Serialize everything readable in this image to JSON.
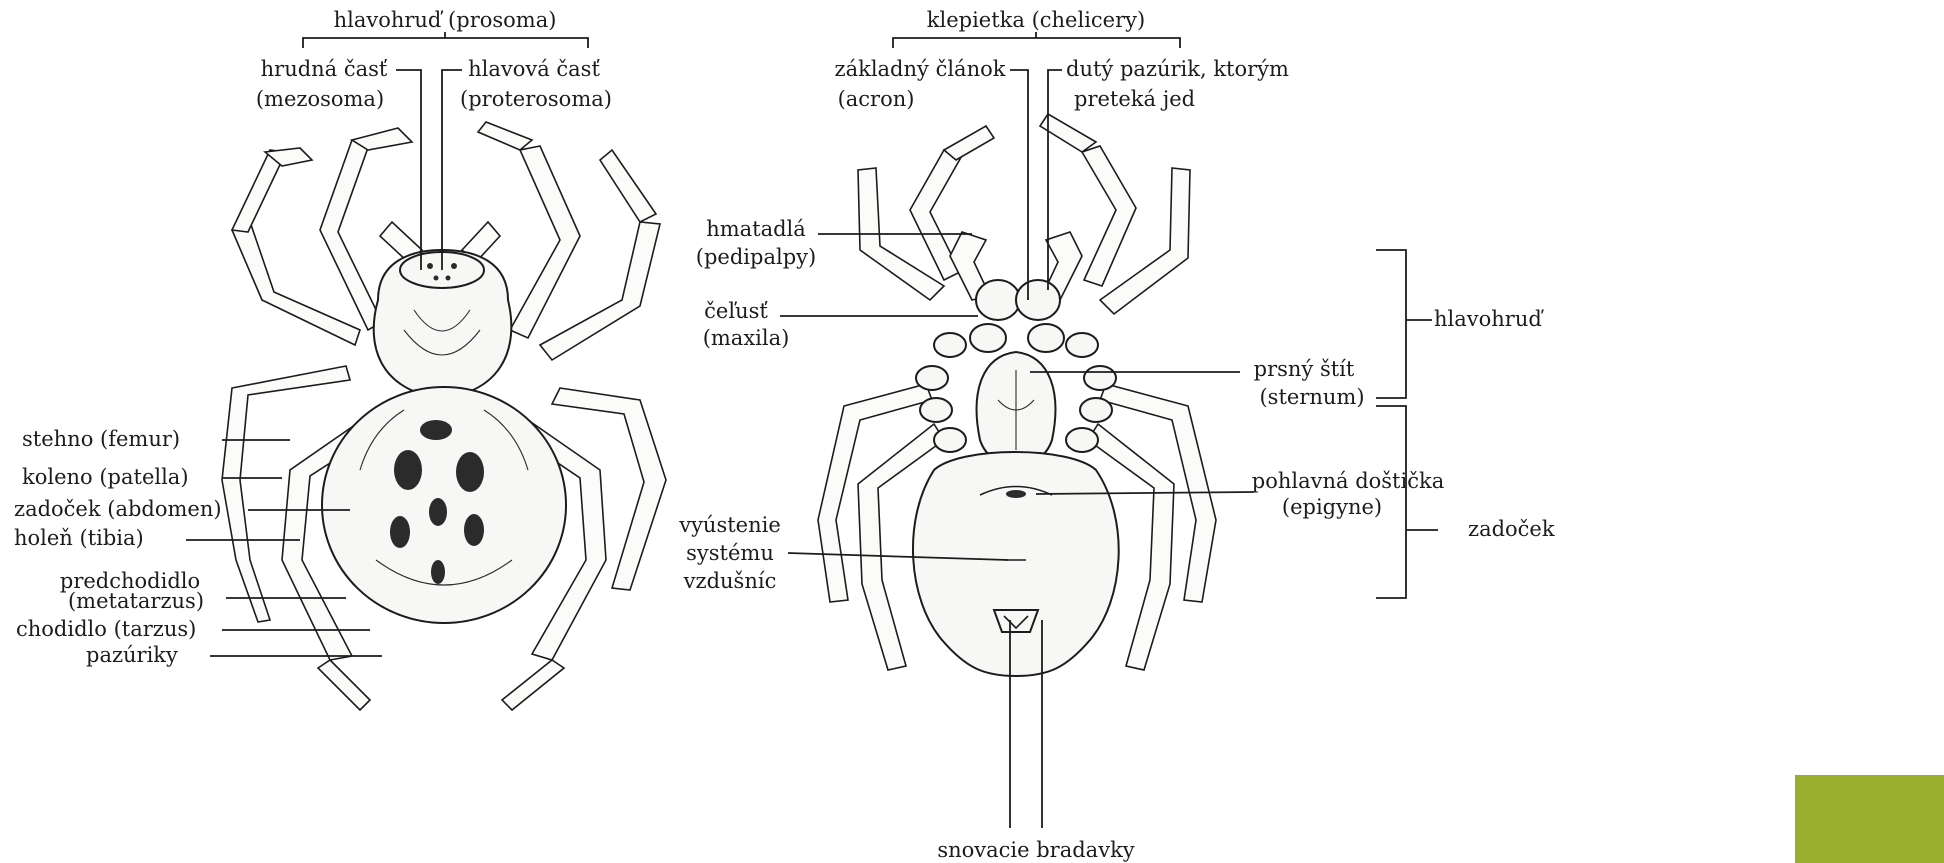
{
  "colors": {
    "ink": "#1c1c1c",
    "paper": "#ffffff",
    "corner_box": "#9aaf2e"
  },
  "dorsal": {
    "top_group": "hlavohruď (prosoma)",
    "hrudna_1": "hrudná časť",
    "hrudna_2": "(mezosoma)",
    "hlavova_1": "hlavová časť",
    "hlavova_2": "(proterosoma)",
    "stehno": "stehno (femur)",
    "koleno": "koleno (patella)",
    "zadocek": "zadoček (abdomen)",
    "holen": "holeň (tibia)",
    "predchodidlo_1": "predchodidlo",
    "predchodidlo_2": "(metatarzus)",
    "chodidlo": "chodidlo (tarzus)",
    "pazuriky": "pazúriky"
  },
  "ventral": {
    "top_group": "klepietka (chelicery)",
    "zakladny_1": "základný článok",
    "zakladny_2": "(acron)",
    "duty_1": "dutý pazúrik, ktorým",
    "duty_2": "preteká jed",
    "hmatadla_1": "hmatadlá",
    "hmatadla_2": "(pedipalpy)",
    "celust_1": "čeľusť",
    "celust_2": "(maxila)",
    "prsny_1": "prsný štít",
    "prsny_2": "(sternum)",
    "pohlavna_1": "pohlavná doštička",
    "pohlavna_2": "(epigyne)",
    "vyustenie_1": "vyústenie",
    "vyustenie_2": "systému",
    "vyustenie_3": "vzdušníc",
    "snovacie": "snovacie bradavky",
    "brace_hlavohrud": "hlavohruď",
    "brace_zadocek": "zadoček"
  }
}
